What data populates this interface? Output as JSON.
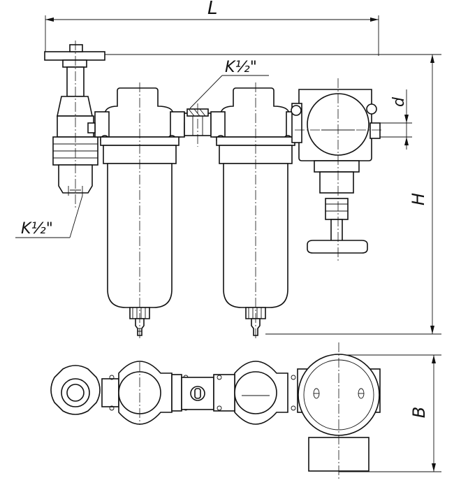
{
  "labels": {
    "length": "L",
    "height": "H",
    "port_diameter": "d",
    "depth": "B",
    "thread_top": "K½\"",
    "thread_side": "K½\""
  },
  "colors": {
    "line": "#111111",
    "background": "#ffffff"
  }
}
